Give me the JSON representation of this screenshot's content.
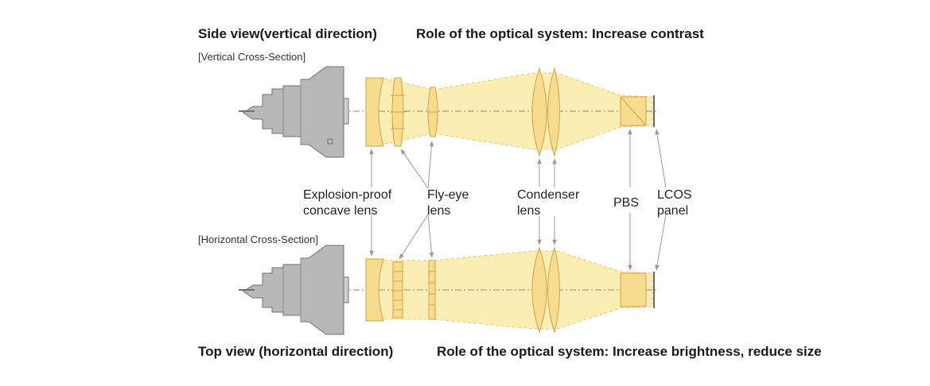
{
  "headings": {
    "side_view": "Side view(vertical direction)",
    "side_role": "Role of the optical system: Increase contrast",
    "top_view": "Top view (horizontal direction)",
    "top_role": "Role of the optical system: Increase brightness, reduce size"
  },
  "sections": {
    "vertical": "[Vertical Cross-Section]",
    "horizontal": "[Horizontal Cross-Section]"
  },
  "components": [
    {
      "id": "explosion-proof-concave-lens",
      "lines": [
        "Explosion-proof",
        "concave lens"
      ]
    },
    {
      "id": "fly-eye-lens",
      "lines": [
        "Fly-eye",
        "lens"
      ]
    },
    {
      "id": "condenser-lens",
      "lines": [
        "Condenser",
        "lens"
      ]
    },
    {
      "id": "pbs",
      "lines": [
        "PBS"
      ]
    },
    {
      "id": "lcos-panel",
      "lines": [
        "LCOS",
        "panel"
      ]
    }
  ],
  "colors": {
    "beam": "#fbeeb4",
    "beam_edge": "#e6c873",
    "lens": "#f8dc8e",
    "lens_edge": "#cfa248",
    "lamp": "#b8b8b8",
    "lamp_edge": "#707070",
    "leader": "#999999"
  }
}
